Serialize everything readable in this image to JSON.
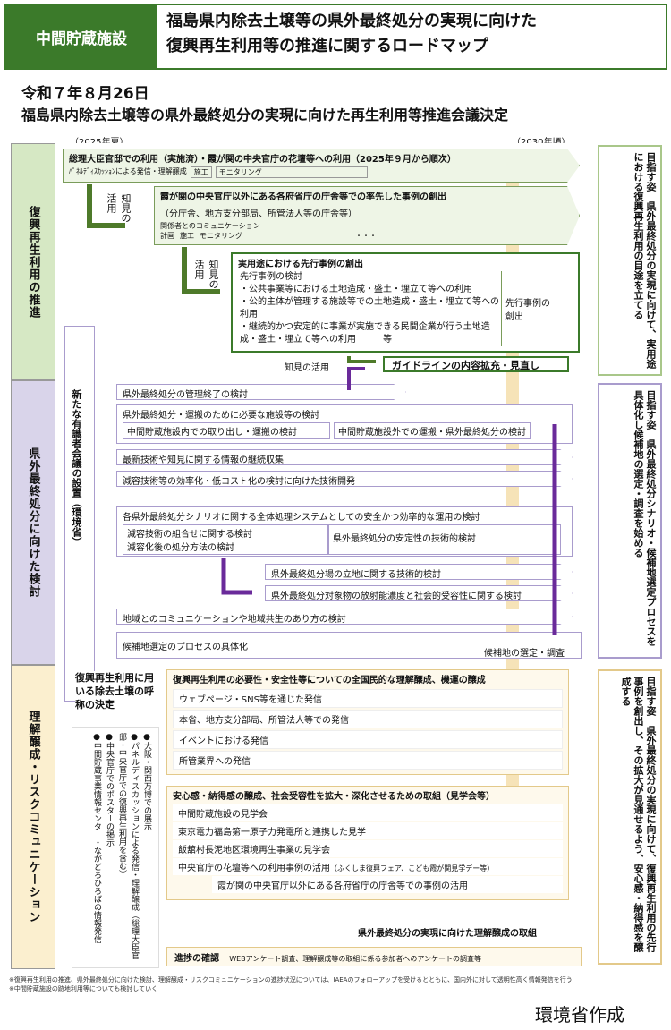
{
  "header": {
    "tag": "中間貯蔵施設",
    "title1": "福島県内除去土壌等の県外最終処分の実現に向けた",
    "title2": "復興再生利用等の推進に関するロードマップ"
  },
  "date": "令和７年８月26日",
  "decision": "福島県内除去土壌等の県外最終処分の実現に向けた再生利用等推進会議決定",
  "timeline": {
    "start": "（2025年夏）",
    "end": "（2030年頃）"
  },
  "sections": {
    "s1": "復興再生利用の推進",
    "s2": "県外最終処分に向けた検討",
    "s3": "理解醸成・リスクコミュニケーション"
  },
  "goals": {
    "g1": "目指す姿　県外最終処分の実現に向けて、実用途における復興再生利用の目途を立てる",
    "g2": "目指す姿　県外最終処分シナリオ・候補地選定プロセスを具体化し候補地の選定・調査を始める",
    "g3": "目指す姿　県外最終処分の実現に向けて、復興再生利用の先行事例を創出し、その拡大が見通せるよう、安心感・納得感を醸成する"
  },
  "r1": {
    "a": "総理大臣官邸での利用（実施済）・霞が関の中央官庁の花壇等への利用（2025年９月から順次）",
    "a1": "ﾊﾟﾈﾙﾃﾞｨｽｶｯｼｮﾝによる発信・理解醸成",
    "a2": "施工",
    "a3": "モニタリング",
    "b": "霞が関の中央官庁以外にある各府省庁の庁舎等での率先した事例の創出",
    "b0": "（分庁舎、地方支分部局、所管法人等の庁舎等）",
    "b1": "関係者とのコミュニケーション",
    "b2": "計画",
    "b3": "施工",
    "b4": "モニタリング",
    "dots": "・・・",
    "c": "実用途における先行事例の創出",
    "c0": "先行事例の検討",
    "c1": "・公共事業等における土地造成・盛土・埋立て等への利用",
    "c2": "・公的主体が管理する施設等での土地造成・盛土・埋立て等への利用",
    "c3": "・継続的かつ安定的に事業が実施できる民間企業が行う土地造成・盛土・埋立て等への利用　　　等",
    "c4": "先行事例の創出",
    "k1": "知見の活用",
    "k2": "知見の活用",
    "k3": "知見の活用",
    "guide": "ガイドラインの内容拡充・見直し"
  },
  "council": "新たな有識者会議の設置（環境省）",
  "r2": {
    "a": "県外最終処分の管理終了の検討",
    "b": "県外最終処分・運搬のために必要な施設等の検討",
    "b1": "中間貯蔵施設内での取り出し・運搬の検討",
    "b2": "中間貯蔵施設外での運搬・県外最終処分の検討",
    "c": "最新技術や知見に関する情報の継続収集",
    "d": "減容技術等の効率化・低コスト化の検討に向けた技術開発",
    "e": "各県外最終処分シナリオに関する全体処理システムとしての安全かつ効率的な運用の検討",
    "e1": "減容技術の組合せに関する検討",
    "e2": "減容化後の処分方法の検討",
    "e3": "県外最終処分の安定性の技術的検討",
    "f": "県外最終処分場の立地に関する技術的検討",
    "g": "県外最終処分対象物の放射能濃度と社会的受容性に関する検討",
    "h": "地域とのコミュニケーションや地域共生のあり方の検討",
    "i": "候補地選定のプロセスの具体化",
    "j": "候補地の選定・調査"
  },
  "r3": {
    "name": "復興再生利用に用いる除去土壌の呼称の決定",
    "a": "復興再生利用の必要性・安全性等についての全国民的な理解醸成、機運の醸成",
    "a1": "ウェブページ・SNS等を通じた発信",
    "a2": "本省、地方支分部局、所管法人等での発信",
    "a3": "イベントにおける発信",
    "a4": "所管業界への発信",
    "b": "安心感・納得感の醸成、社会受容性を拡大・深化させるための取組（見学会等）",
    "b1": "中間貯蔵施設の見学会",
    "b2": "東京電力福島第一原子力発電所と連携した見学",
    "b3": "飯舘村長泥地区環境再生事業の見学会",
    "b4": "中央官庁の花壇等への利用事例の活用",
    "b4s": "（ふくしま復興フェア、こども霞が関見学デー等）",
    "b5": "霞が関の中央官庁以外にある各府省庁の庁舎等での事例の活用",
    "c": "県外最終処分の実現に向けた理解醸成の取組",
    "d": "進捗の確認",
    "d1": "WEBアンケート調査、理解醸成等の取組に係る参加者へのアンケートの調査等",
    "list1": "●大阪・関西万博での展示",
    "list2": "●パネルディスカッションによる発信・理解醸成（総理大臣官邸・中央官庁での復興再生利用を含む）",
    "list3": "●中央官庁でのポスターの掲示",
    "list4": "●中間貯蔵事業情報センター・ながどろひろばの情報発信"
  },
  "footnotes": {
    "f1": "※復興再生利用の推進、県外最終処分に向けた検討、理解醸成・リスクコミュニケーションの進捗状況については、IAEAのフォローアップを受けるとともに、国内外に対して透明性高く情報発信を行う",
    "f2": "※中間貯蔵施設の跡地利用等についても検討していく"
  },
  "signature": "環境省作成"
}
